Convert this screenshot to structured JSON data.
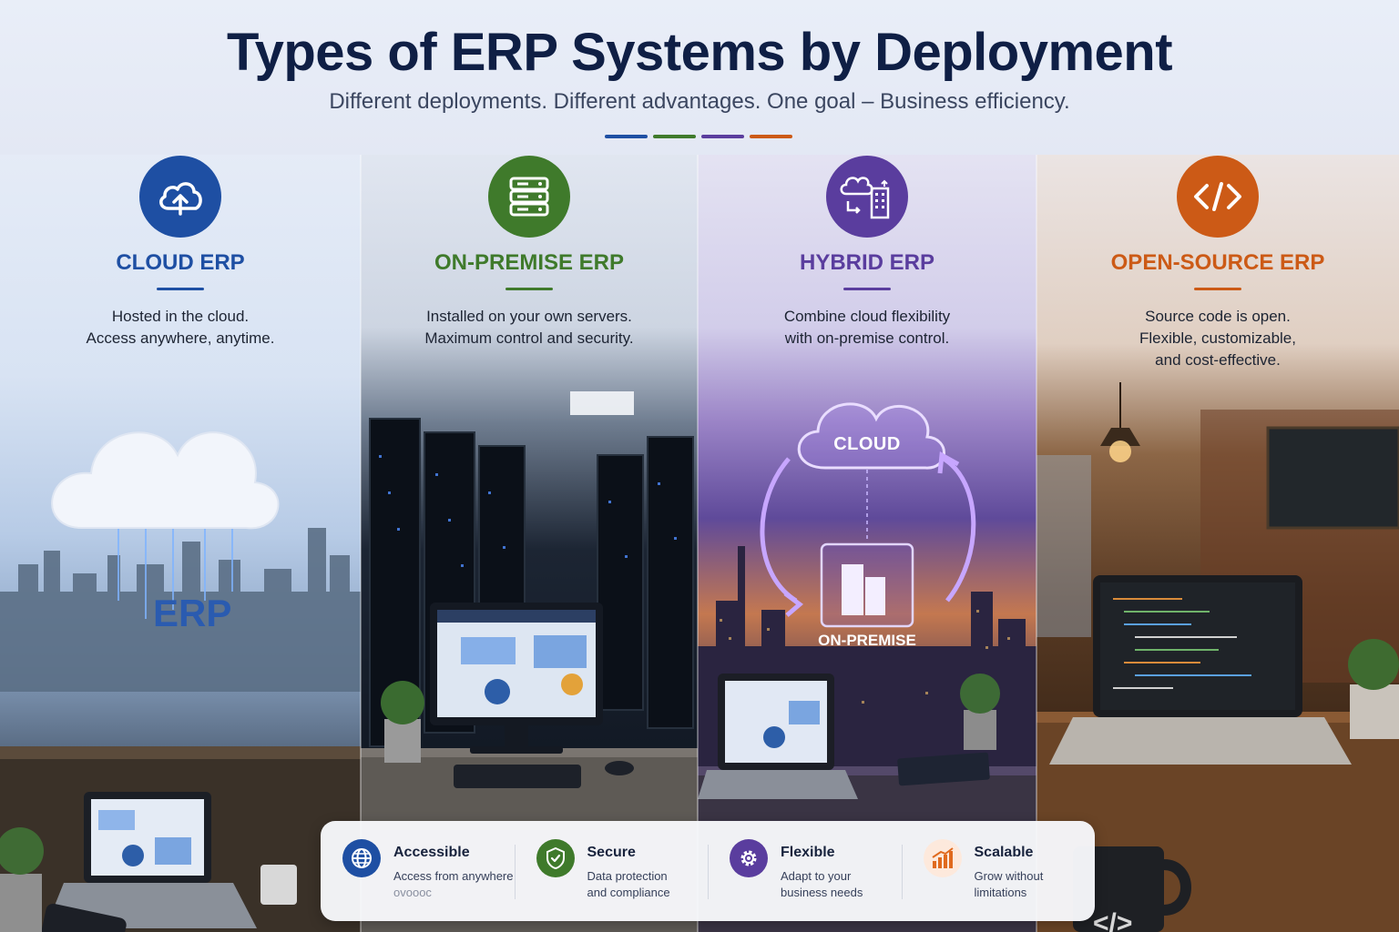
{
  "header": {
    "title": "Types of ERP Systems by Deployment",
    "subtitle": "Different deployments. Different advantages. One goal – Business efficiency."
  },
  "colors": {
    "cloud": "#1e4fa3",
    "on_premise": "#3f7a2b",
    "hybrid": "#5a3d9e",
    "open_source": "#cc5a16",
    "title_text": "#0f1f45"
  },
  "panels": [
    {
      "title": "CLOUD ERP",
      "icon": "cloud-upload-icon",
      "desc": [
        "Hosted in the cloud.",
        "Access anywhere, anytime."
      ],
      "scene_label": "ERP"
    },
    {
      "title": "ON-PREMISE ERP",
      "icon": "server-rack-icon",
      "desc": [
        "Installed on your own servers.",
        "Maximum control and security."
      ]
    },
    {
      "title": "HYBRID ERP",
      "icon": "cloud-building-icon",
      "desc": [
        "Combine cloud flexibility",
        "with on-premise control."
      ],
      "scene_cloud_label": "CLOUD",
      "scene_building_label": "ON-PREMISE"
    },
    {
      "title": "OPEN-SOURCE ERP",
      "icon": "code-brackets-icon",
      "desc": [
        "Source code is open.",
        "Flexible, customizable,",
        "and cost-effective."
      ],
      "mug_label": "</>"
    }
  ],
  "features": [
    {
      "title": "Accessible",
      "icon": "globe-icon",
      "desc": [
        "Access from anywhere",
        "ovoooc"
      ]
    },
    {
      "title": "Secure",
      "icon": "shield-check-icon",
      "desc": [
        "Data protection",
        "and compliance"
      ]
    },
    {
      "title": "Flexible",
      "icon": "gear-icon",
      "desc": [
        "Adapt to your",
        "business needs"
      ]
    },
    {
      "title": "Scalable",
      "icon": "growth-chart-icon",
      "desc": [
        "Grow without",
        "limitations"
      ]
    }
  ]
}
